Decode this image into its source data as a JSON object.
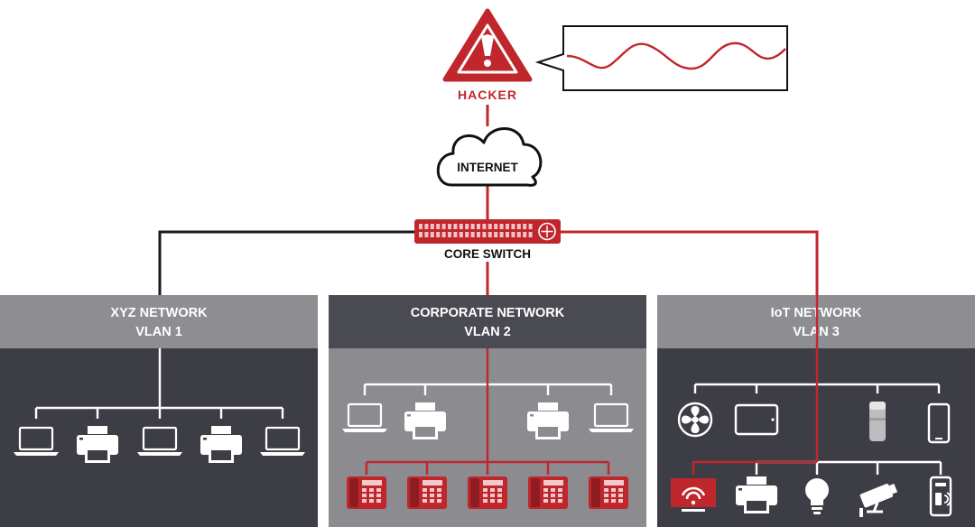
{
  "hacker": {
    "label": "HACKER"
  },
  "internet": {
    "label": "INTERNET"
  },
  "core_switch": {
    "label": "CORE SWITCH"
  },
  "networks": [
    {
      "name": "XYZ NETWORK",
      "vlan": "VLAN 1"
    },
    {
      "name": "CORPORATE NETWORK",
      "vlan": "VLAN 2"
    },
    {
      "name": "IoT NETWORK",
      "vlan": "VLAN 3"
    }
  ],
  "colors": {
    "accent_red": "#c0272d",
    "panel_dark": "#3d3d45",
    "panel_header_gray": "#8e8e92",
    "panel_header_dark": "#4a4a52",
    "panel_mid_gray": "#8b8b90",
    "line_black": "#1a1a1a",
    "device_white": "#ffffff",
    "device_gray": "#bdbdc0"
  },
  "devices": {
    "xyz": [
      "laptop-icon",
      "printer-icon",
      "laptop-icon",
      "printer-icon",
      "laptop-icon"
    ],
    "corporate_top": [
      "laptop-icon",
      "printer-icon",
      "printer-icon",
      "laptop-icon"
    ],
    "corporate_phones": [
      "desk-phone-icon",
      "desk-phone-icon",
      "desk-phone-icon",
      "desk-phone-icon",
      "desk-phone-icon"
    ],
    "iot_top": [
      "fan-icon",
      "tablet-icon",
      "smart-speaker-icon",
      "smartphone-icon"
    ],
    "iot_bottom": [
      "smart-tv-icon",
      "printer-icon",
      "light-bulb-icon",
      "security-camera-icon",
      "smart-lock-icon"
    ]
  }
}
